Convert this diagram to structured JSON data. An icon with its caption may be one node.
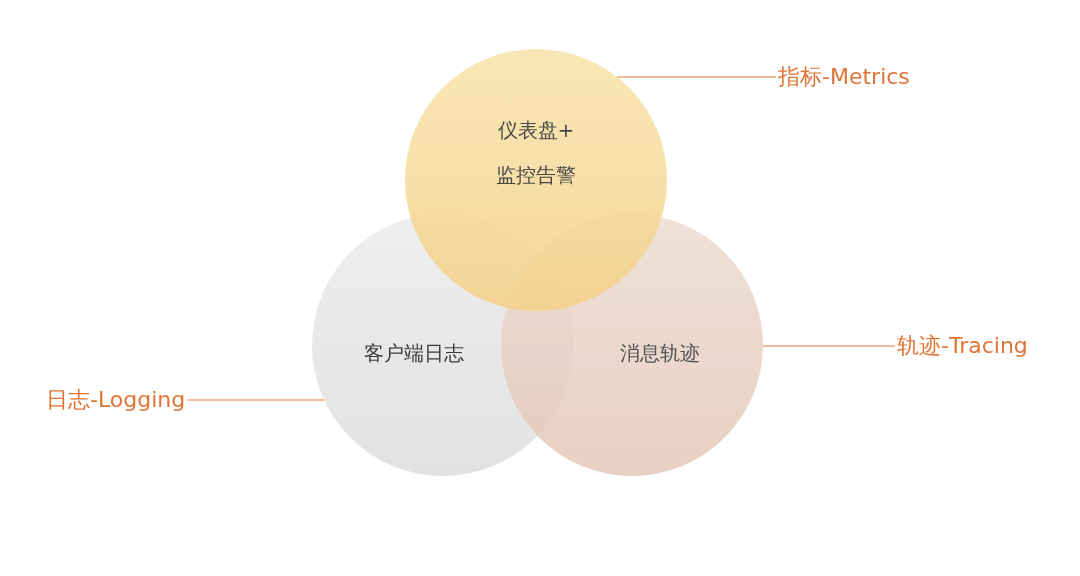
{
  "diagram": {
    "nodes": [
      {
        "text": [
          "仪表盘+监控告警"
        ]
      },
      {
        "text": [
          "指标-Metrics"
        ]
      },
      {
        "text": [
          "客户端日志"
        ]
      },
      {
        "text": [
          "消息轨迹"
        ]
      },
      {
        "text": [
          "轨迹-Tracing"
        ]
      },
      {
        "text": [
          "日志-Logging"
        ]
      }
    ],
    "edges": [
      {
        "from": 1,
        "to": 0,
        "arrow": "none"
      },
      {
        "from": 4,
        "to": 3,
        "arrow": "none"
      },
      {
        "from": 5,
        "to": 2,
        "arrow": "none"
      }
    ]
  }
}
